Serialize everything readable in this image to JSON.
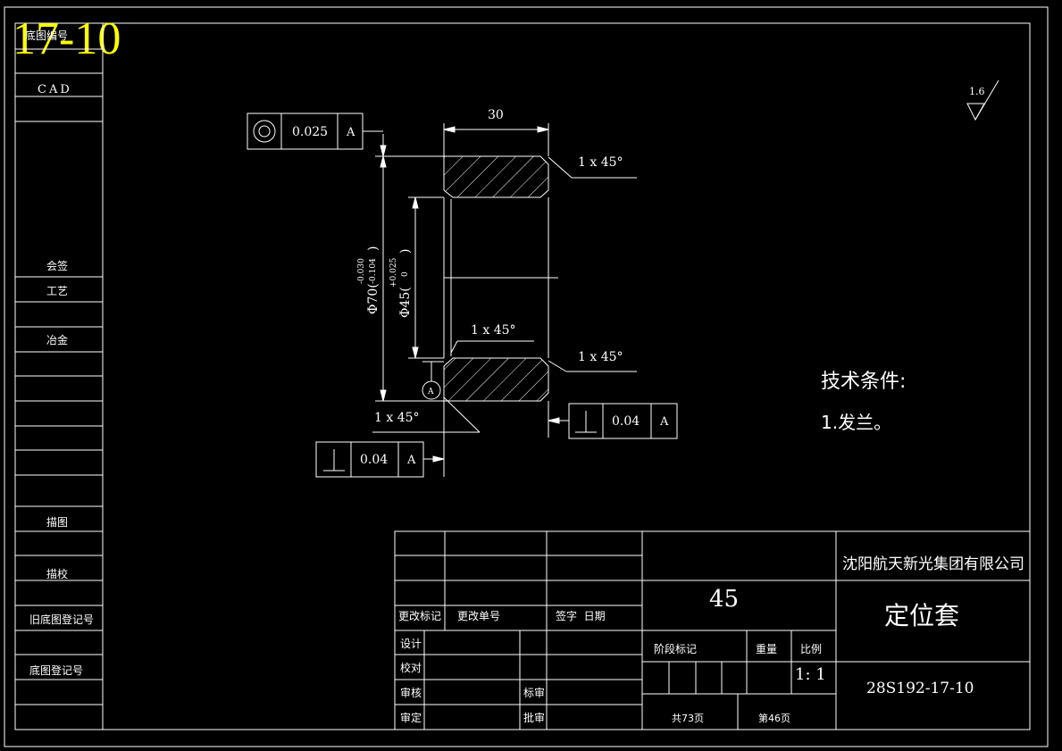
{
  "sheet_tag": "17-10",
  "side_column": {
    "top_label": "底图编号",
    "cad_label": "CAD",
    "labels": [
      "会签",
      "工艺",
      "冶金",
      "描图",
      "描校",
      "旧底图登记号",
      "底图登记号"
    ]
  },
  "surface_finish": "1.6",
  "dimensions": {
    "length": "30",
    "outer_diameter": "Φ70",
    "outer_tol_upper": "-0.030",
    "outer_tol_lower": "-0.104",
    "inner_diameter": "Φ45",
    "inner_tol_upper": "+0.025",
    "inner_tol_lower": "0",
    "chamfer_right_top": "1 x 45°",
    "chamfer_right_bottom": "1 x 45°",
    "chamfer_inner": "1 x 45°",
    "chamfer_left_bottom": "1 x 45°"
  },
  "datum_label": "A",
  "tolerance_frames": [
    {
      "symbol": "concentricity",
      "value": "0.025",
      "datum": "A"
    },
    {
      "symbol": "perpendicularity",
      "value": "0.04",
      "datum": "A"
    },
    {
      "symbol": "perpendicularity",
      "value": "0.04",
      "datum": "A"
    }
  ],
  "technical_requirements": {
    "heading": "技术条件:",
    "items": [
      "1.发兰。"
    ]
  },
  "title_block": {
    "company": "沈阳航天新光集团有限公司",
    "material": "45",
    "part_name": "定位套",
    "drawing_number": "28S192-17-10",
    "change_mark_label": "更改标记",
    "change_doc_label": "更改单号",
    "sign_date_label": "签字  日期",
    "design_label": "设计",
    "check_label": "校对",
    "review_label": "审核",
    "approve_label": "审定",
    "standard_label": "标审",
    "ratify_label": "批审",
    "stage_label": "阶段标记",
    "weight_label": "重量",
    "scale_label": "比例",
    "scale_value": "1: 1",
    "total_pages": "共73页",
    "page_no": "第46页"
  }
}
